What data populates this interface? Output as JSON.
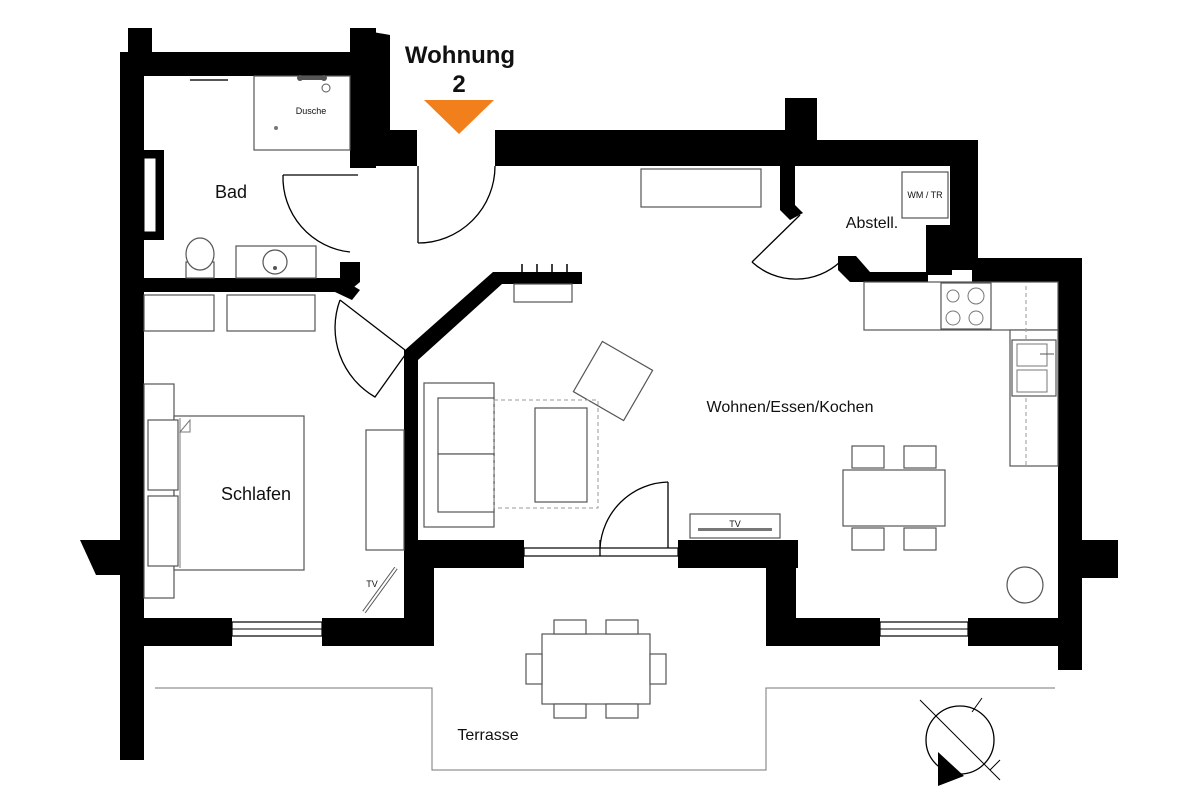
{
  "title": {
    "line1": "Wohnung",
    "line2": "2"
  },
  "rooms": {
    "bad": "Bad",
    "dusche": "Dusche",
    "schlafen": "Schlafen",
    "wohnen": "Wohnen/Essen/Kochen",
    "abstell": "Abstell.",
    "wm_tr": "WM / TR",
    "terrasse": "Terrasse"
  },
  "tv_labels": {
    "bedroom": "TV",
    "living": "TV"
  },
  "colors": {
    "wall": "#000000",
    "entrance_marker": "#f07f1c",
    "furniture_stroke": "#555555"
  },
  "icons": {
    "entrance": "entrance-triangle-icon",
    "north": "north-arrow-icon"
  }
}
